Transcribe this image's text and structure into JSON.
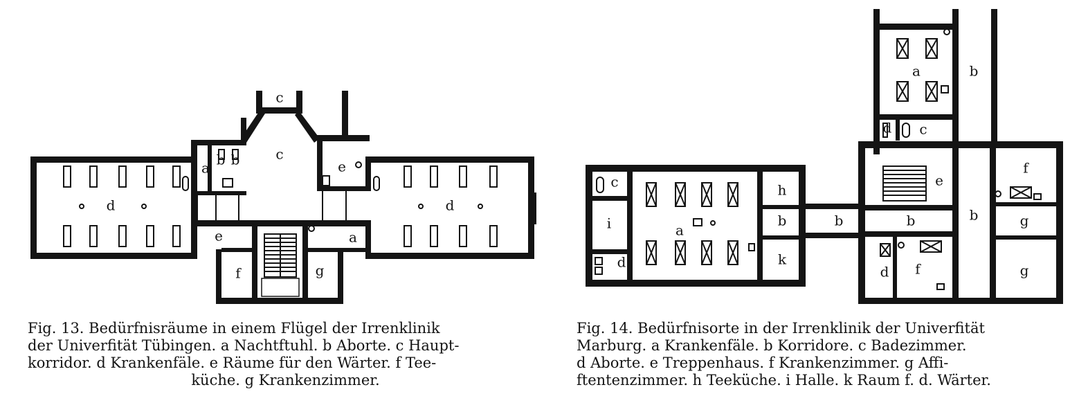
{
  "figures": [
    {
      "id": "fig13",
      "caption_lines": [
        "Fig. 13. Bedürfnisräume in einem Flügel der Irrenklinik",
        "der Univerfität Tübingen. a Nachtftuhl. b Aborte. c Haupt-",
        "korridor. d Krankenfäle. e Räume für den Wärter. f Tee-",
        "küche. g Krankenzimmer."
      ],
      "room_labels": {
        "a1": "a",
        "a2": "a",
        "b": "b",
        "b2": "b",
        "c": "c",
        "c2": "c",
        "d1": "d",
        "d2": "d",
        "e1": "e",
        "e2": "e",
        "f": "f",
        "g": "g"
      }
    },
    {
      "id": "fig14",
      "caption_lines": [
        "Fig. 14. Bedürfnisorte in der Irrenklinik der Univerfität",
        "Marburg. a Krankenfäle. b Korridore. c Badezimmer.",
        "d Aborte. e Treppenhaus. f Krankenzimmer. g Affi-",
        "ftentenzimmer. h Teeküche. i Halle. k Raum f. d. Wärter."
      ],
      "room_labels": {
        "a1": "a",
        "a2": "a",
        "b1": "b",
        "b2": "b",
        "b3": "b",
        "b4": "b",
        "b5": "b",
        "c1": "c",
        "c2": "c",
        "d1": "d",
        "d2": "d",
        "d3": "d",
        "e": "e",
        "f1": "f",
        "f2": "f",
        "g1": "g",
        "g2": "g",
        "h": "h",
        "i": "i",
        "k": "k"
      }
    }
  ]
}
